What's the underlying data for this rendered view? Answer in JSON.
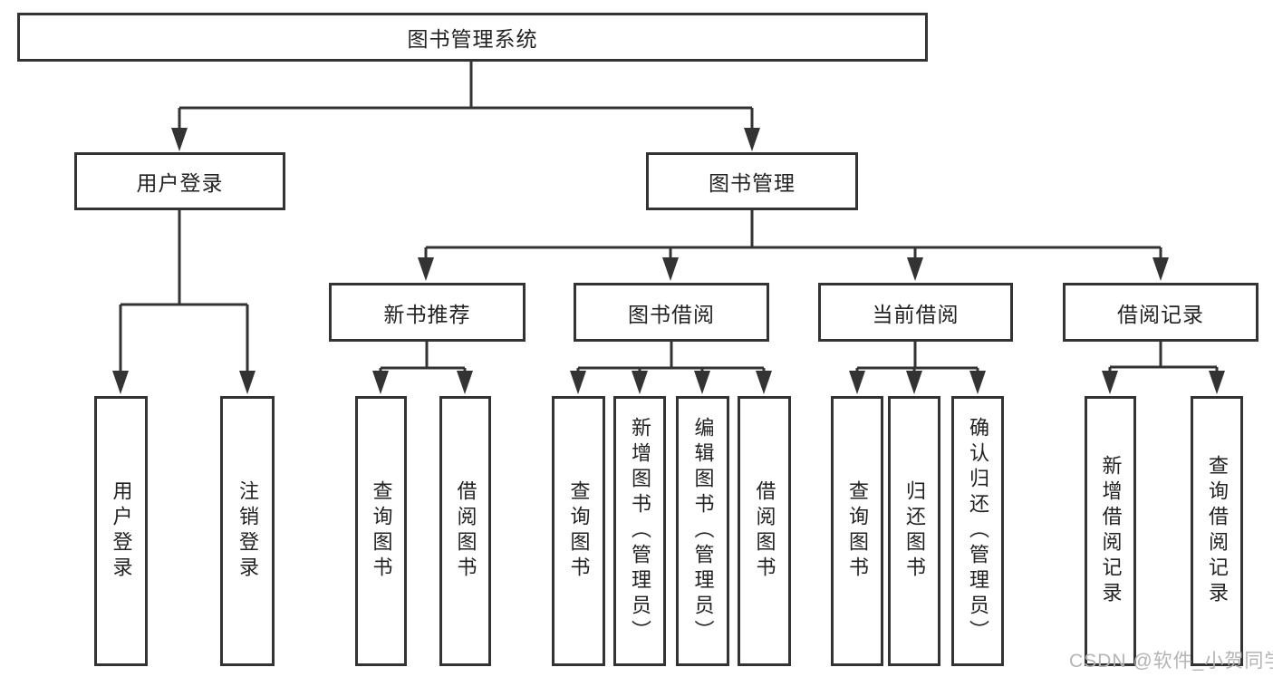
{
  "diagram_type": "hierarchy-tree",
  "colors": {
    "line": "#333333",
    "text": "#222222",
    "box_background": "#ffffff",
    "watermark": "#b4b4b4"
  },
  "watermark": "CSDN @软件_小贺同学",
  "tree": {
    "root": {
      "label": "图书管理系统",
      "children": [
        {
          "label": "用户登录",
          "children": [
            {
              "label": "用户登录"
            },
            {
              "label": "注销登录"
            }
          ]
        },
        {
          "label": "图书管理",
          "children": [
            {
              "label": "新书推荐",
              "children": [
                {
                  "label": "查询图书"
                },
                {
                  "label": "借阅图书"
                }
              ]
            },
            {
              "label": "图书借阅",
              "children": [
                {
                  "label": "查询图书"
                },
                {
                  "label": "新增图书（管理员）"
                },
                {
                  "label": "编辑图书（管理员）"
                },
                {
                  "label": "借阅图书"
                }
              ]
            },
            {
              "label": "当前借阅",
              "children": [
                {
                  "label": "查询图书"
                },
                {
                  "label": "归还图书"
                },
                {
                  "label": "确认归还（管理员）"
                }
              ]
            },
            {
              "label": "借阅记录",
              "children": [
                {
                  "label": "新增借阅记录"
                },
                {
                  "label": "查询借阅记录"
                }
              ]
            }
          ]
        }
      ]
    }
  }
}
